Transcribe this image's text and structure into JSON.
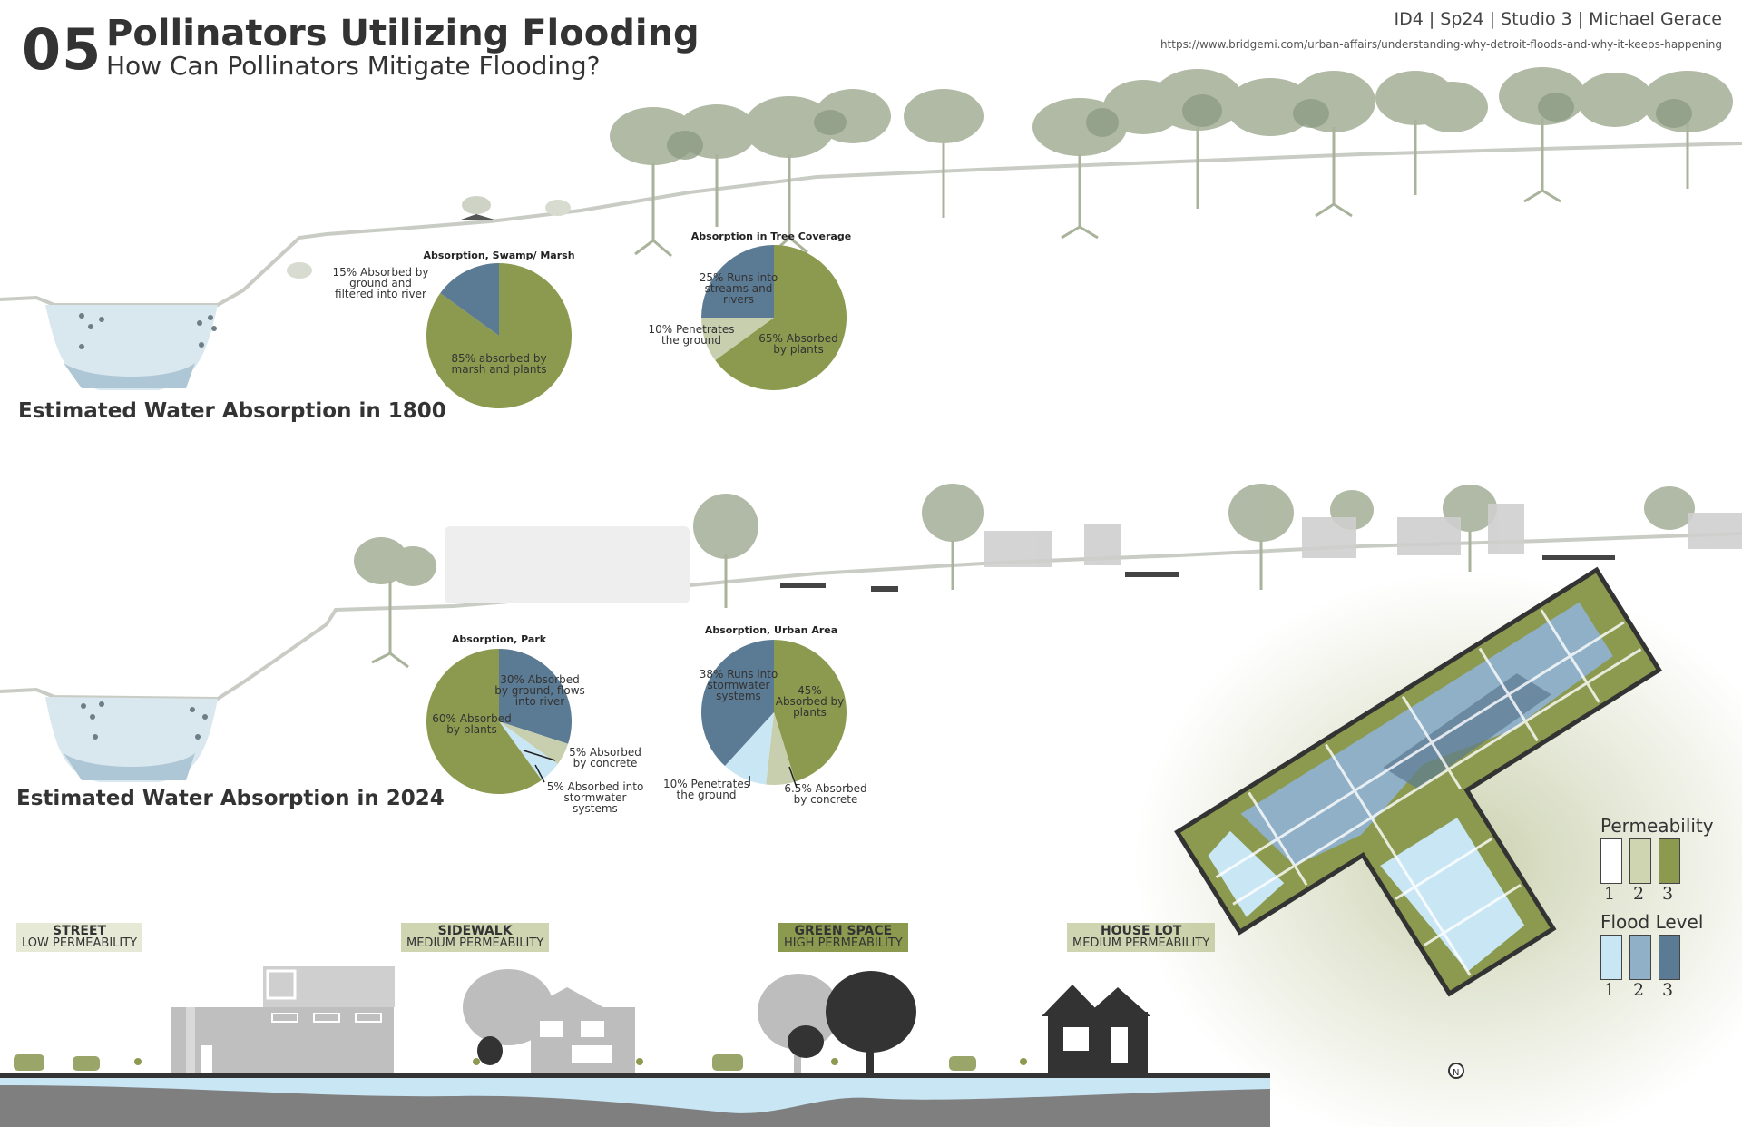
{
  "header": {
    "number": "05",
    "title": "Pollinators Utilizing Flooding",
    "subtitle": "How Can Pollinators Mitigate Flooding?",
    "credit": "ID4 | Sp24 | Studio 3 | Michael Gerace",
    "source": "https://www.bridgemi.com/urban-affairs/understanding-why-detroit-floods-and-why-it-keeps-happening"
  },
  "sections": {
    "era_1800": "Estimated Water Absorption in 1800",
    "era_2024": "Estimated Water Absorption in 2024"
  },
  "pies": [
    {
      "title": "Absorption, Swamp/ Marsh",
      "slices": [
        {
          "label": "85% absorbed by marsh and plants",
          "value": 85,
          "color": "#8c9a4f"
        },
        {
          "label": "15% Absorbed by ground and filtered into river",
          "value": 15,
          "color": "#5b7a93"
        }
      ]
    },
    {
      "title": "Absorption in Tree Coverage",
      "slices": [
        {
          "label": "65% Absorbed by plants",
          "value": 65,
          "color": "#8c9a4f"
        },
        {
          "label": "10% Penetrates the ground",
          "value": 10,
          "color": "#c8cfae"
        },
        {
          "label": "25% Runs into streams and rivers",
          "value": 25,
          "color": "#5b7a93"
        }
      ]
    },
    {
      "title": "Absorption, Park",
      "slices": [
        {
          "label": "30% Absorbed by ground, flows into river",
          "value": 30,
          "color": "#5b7a93"
        },
        {
          "label": "5% Absorbed by concrete",
          "value": 5,
          "color": "#c8cfae"
        },
        {
          "label": "5% Absorbed into stormwater systems",
          "value": 5,
          "color": "#c9e6f5"
        },
        {
          "label": "60% Absorbed by plants",
          "value": 60,
          "color": "#8c9a4f"
        }
      ]
    },
    {
      "title": "Absorption, Urban Area",
      "slices": [
        {
          "label": "45% Absorbed by plants",
          "value": 45,
          "color": "#8c9a4f"
        },
        {
          "label": "6.5% Absorbed by concrete",
          "value": 6.5,
          "color": "#c8cfae"
        },
        {
          "label": "10% Penetrates the ground",
          "value": 10,
          "color": "#c9e6f5"
        },
        {
          "label": "38% Runs into stormwater systems",
          "value": 38,
          "color": "#5b7a93"
        }
      ]
    }
  ],
  "pie_labels": {
    "p1_a": "85% absorbed by marsh and plants",
    "p1_b": "15% Absorbed by ground and filtered into river",
    "p2_a": "25% Runs into streams and rivers",
    "p2_b": "10% Penetrates the ground",
    "p2_c": "65% Absorbed by plants",
    "p3_a": "30% Absorbed by ground, flows into river",
    "p3_b": "60% Absorbed by plants",
    "p3_c": "5% Absorbed by concrete",
    "p3_d": "5% Absorbed into stormwater systems",
    "p4_a": "38% Runs into stormwater systems",
    "p4_b": "45% Absorbed by plants",
    "p4_c": "10% Penetrates the ground",
    "p4_d": "6.5% Absorbed by concrete"
  },
  "zones": [
    {
      "name": "STREET",
      "permeability": "LOW PERMEABILITY",
      "bg": "#e6e9d6"
    },
    {
      "name": "SIDEWALK",
      "permeability": "MEDIUM PERMEABILITY",
      "bg": "#cfd5b1"
    },
    {
      "name": "GREEN SPACE",
      "permeability": "HIGH PERMEABILITY",
      "bg": "#8c9a4f"
    },
    {
      "name": "HOUSE LOT",
      "permeability": "MEDIUM PERMEABILITY",
      "bg": "#cfd5b1"
    }
  ],
  "legend": {
    "permeability_title": "Permeability",
    "flood_title": "Flood Level",
    "permeability": [
      {
        "n": "1",
        "color": "#ffffff"
      },
      {
        "n": "2",
        "color": "#cfd5b1"
      },
      {
        "n": "3",
        "color": "#8c9a4f"
      }
    ],
    "flood": [
      {
        "n": "1",
        "color": "#c9e6f5"
      },
      {
        "n": "2",
        "color": "#8fb0c6"
      },
      {
        "n": "3",
        "color": "#5b7a93"
      }
    ]
  },
  "colors": {
    "olive": "#8c9a4f",
    "slate": "#5b7a93",
    "sage": "#c8cfae",
    "water": "#c9e6f5",
    "tree": "#a9b39c",
    "treeDark": "#8f9c84"
  }
}
